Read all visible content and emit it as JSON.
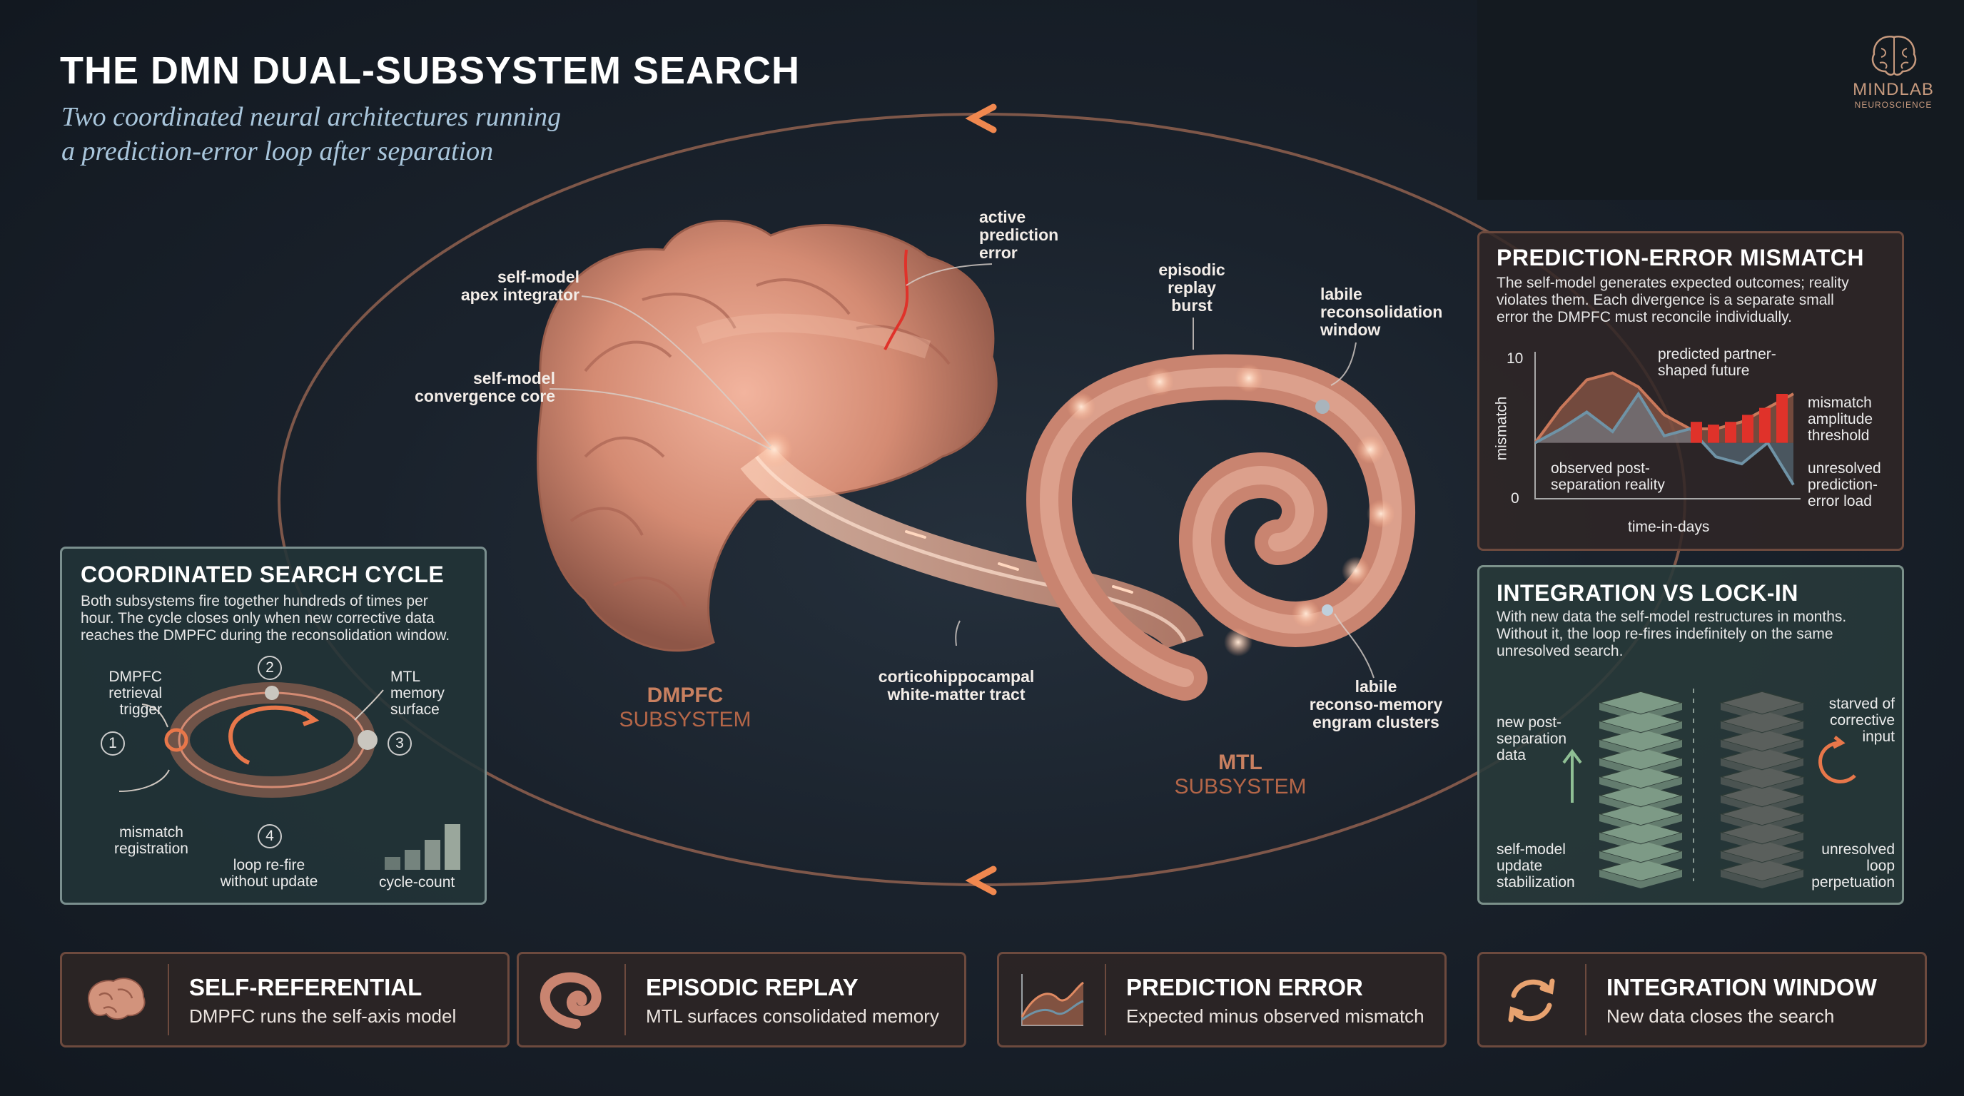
{
  "header": {
    "title": "THE DMN DUAL-SUBSYSTEM SEARCH",
    "subtitle_line1": "Two coordinated neural architectures running",
    "subtitle_line2": "a prediction-error loop after separation"
  },
  "logo": {
    "name": "MINDLAB",
    "sub": "NEUROSCIENCE"
  },
  "callouts": {
    "active_prediction_error": [
      "active",
      "prediction",
      "error"
    ],
    "apex_integrator": [
      "self-model",
      "apex integrator"
    ],
    "convergence_core": [
      "self-model",
      "convergence core"
    ],
    "episodic_replay": [
      "episodic",
      "replay",
      "burst"
    ],
    "labile_window": [
      "labile",
      "reconsolidation",
      "window"
    ],
    "tract": [
      "corticohippocampal",
      "white-matter tract"
    ],
    "engram": [
      "labile",
      "reconso-memory",
      "engram clusters"
    ]
  },
  "subsystems": {
    "dmpfc_name": "DMPFC",
    "dmpfc_word": "SUBSYSTEM",
    "mtl_name": "MTL",
    "mtl_word": "SUBSYSTEM"
  },
  "cycle_panel": {
    "title": "COORDINATED SEARCH CYCLE",
    "body": [
      "Both subsystems fire together hundreds of times per",
      "hour. The cycle closes only when new corrective data",
      "reaches the DMPFC during the reconsolidation window."
    ],
    "steps": [
      "1",
      "2",
      "3",
      "4"
    ],
    "step1_label": [
      "DMPFC",
      "retrieval",
      "trigger"
    ],
    "step2_label": [
      "MTL",
      "memory",
      "surface"
    ],
    "step3_label": [
      "mismatch",
      "registration"
    ],
    "step4_label": [
      "loop re-fire",
      "without update"
    ],
    "count_label": "cycle-count",
    "colors": {
      "ring": "#b07058",
      "accent": "#e8774a",
      "bars": "#9aa79c"
    }
  },
  "mismatch_panel": {
    "title": "PREDICTION-ERROR MISMATCH",
    "body": [
      "The self-model generates expected outcomes; reality",
      "violates them. Each divergence is a separate small",
      "error the DMPFC must reconcile individually."
    ],
    "y_max": "10",
    "y_min": "0",
    "ylabel": "mismatch",
    "xlabel": "time-in-days",
    "predicted_label": [
      "predicted partner-",
      "shaped future"
    ],
    "observed_label": [
      "observed post-",
      "separation reality"
    ],
    "amplitude_label": [
      "mismatch",
      "amplitude",
      "threshold"
    ],
    "unresolved_label": [
      "unresolved",
      "prediction-",
      "error load"
    ]
  },
  "chart_data": {
    "type": "area",
    "title": "",
    "xlabel": "time-in-days",
    "ylabel": "mismatch",
    "ylim": [
      0,
      10
    ],
    "series": [
      {
        "values": [
          4,
          6.5,
          8.5,
          9,
          8,
          6,
          5,
          5,
          5.5,
          6.5,
          7.5
        ],
        "color": "#c9785a"
      },
      {
        "values": [
          4,
          5,
          6.2,
          4.8,
          7.5,
          4.5,
          5,
          3,
          2.5,
          4,
          1
        ],
        "color": "#6f93a6"
      }
    ],
    "bars": [
      1.5,
      1.3,
      1.5,
      2,
      2.5,
      3.5
    ],
    "bar_color": "#e0322a"
  },
  "integration_panel": {
    "title": "INTEGRATION VS LOCK-IN",
    "body": [
      "With new data the self-model restructures in months.",
      "Without it, the loop re-fires indefinitely on the same",
      "unresolved search."
    ],
    "new_data_label": [
      "new post-",
      "separation",
      "data"
    ],
    "starved_label": [
      "starved of",
      "corrective",
      "input"
    ],
    "update_label": [
      "self-model",
      "update",
      "stabilization"
    ],
    "unresolved_label": [
      "unresolved",
      "loop",
      "perpetuation"
    ],
    "colors": {
      "healthy": "#7d9a86",
      "locked": "#5a5f5c"
    }
  },
  "bottom_cards": [
    {
      "title": "SELF-REFERENTIAL",
      "desc": "DMPFC runs the self-axis model",
      "icon": "brain-icon"
    },
    {
      "title": "EPISODIC REPLAY",
      "desc": "MTL surfaces consolidated memory",
      "icon": "hippocampus-spiral-icon"
    },
    {
      "title": "PREDICTION ERROR",
      "desc": "Expected minus observed mismatch",
      "icon": "area-chart-icon"
    },
    {
      "title": "INTEGRATION WINDOW",
      "desc": "New data closes the search",
      "icon": "refresh-cycle-icon"
    }
  ],
  "palette": {
    "brain": "#d89a84",
    "accent": "#e8774a",
    "error_red": "#e0322a"
  }
}
